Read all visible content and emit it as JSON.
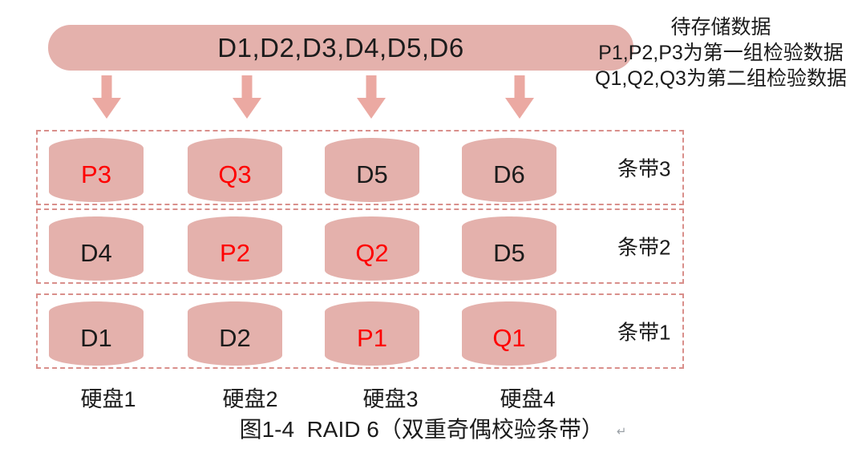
{
  "colors": {
    "blob": "#e4b1ac",
    "arrow": "#eba9a2",
    "dash_border": "#d98f8b",
    "parity_red": "#ff0000",
    "text": "#1b1b1b"
  },
  "source_bar": {
    "label": "D1,D2,D3,D4,D5,D6"
  },
  "annotation": {
    "line1": "待存储数据",
    "line2": "P1,P2,P3为第一组检验数据",
    "line3": "Q1,Q2,Q3为第二组检验数据"
  },
  "stripes": [
    {
      "label": "条带3",
      "cells": [
        {
          "label": "P3",
          "type": "parity"
        },
        {
          "label": "Q3",
          "type": "parity"
        },
        {
          "label": "D5",
          "type": "data"
        },
        {
          "label": "D6",
          "type": "data"
        }
      ]
    },
    {
      "label": "条带2",
      "cells": [
        {
          "label": "D4",
          "type": "data"
        },
        {
          "label": "P2",
          "type": "parity"
        },
        {
          "label": "Q2",
          "type": "parity"
        },
        {
          "label": "D5",
          "type": "data"
        }
      ]
    },
    {
      "label": "条带1",
      "cells": [
        {
          "label": "D1",
          "type": "data"
        },
        {
          "label": "D2",
          "type": "data"
        },
        {
          "label": "P1",
          "type": "parity"
        },
        {
          "label": "Q1",
          "type": "parity"
        }
      ]
    }
  ],
  "disks": [
    "硬盘1",
    "硬盘2",
    "硬盘3",
    "硬盘4"
  ],
  "caption": {
    "text": "图1-4  RAID 6（双重奇偶校验条带）",
    "paragraph_mark": "↵"
  }
}
